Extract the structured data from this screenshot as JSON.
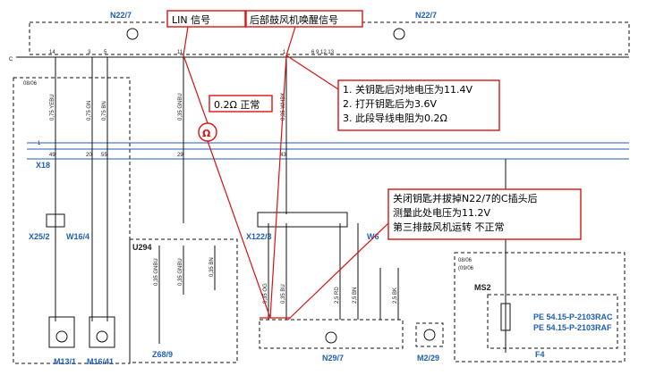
{
  "components": {
    "n22_left": "N22/7",
    "n22_right": "N22/7",
    "n29": "N29/7",
    "x18": "X18",
    "x25": "X25/2",
    "w16": "W16/4",
    "m13": "M13/1",
    "m16": "M16/41",
    "u294": "U294",
    "z68": "Z68/9",
    "x122": "X122/3",
    "w6": "W6",
    "m2": "M2/29",
    "f4": "F4",
    "ms2": "MS2",
    "pe1": "PE 54.15-P-2103RAC",
    "pe2": "PE 54.15-P-2103RAF"
  },
  "markers": {
    "c_row": "C",
    "date_left": "08/06",
    "date_right": "08/06",
    "date_right2": "(09/06",
    "row1": "1"
  },
  "wires": {
    "w_yebu": "0,75 YEBU",
    "w_gn": "0,75 GN",
    "w_bn": "0,75 BN",
    "w_gnbu": "0,35 GNBU",
    "w_whbk": "0,35 WHBK",
    "w_og": "0,35 OG",
    "w_bu": "0,35 BU",
    "w_rd": "2,5 RD",
    "w_bn25": "2,5 BN",
    "w_bk": "2,5 BK"
  },
  "annotations": {
    "lin_signal": "LIN 信号",
    "wake_signal": "后部鼓风机唤醒信号",
    "resistance_ok": "0.2Ω 正常",
    "ohm_symbol": "Ω",
    "note1_line1": "1. 关钥匙后对地电压为11.4V",
    "note1_line2": "2. 打开钥匙后为3.6V",
    "note1_line3": "3. 此段导线电阻为0.2Ω",
    "note2_line1": "关闭钥匙并拔掉N22/7的C插头后",
    "note2_line2": "测量此处电压为11.2V",
    "note2_line3": "第三排鼓风机运转    不正常"
  },
  "colors": {
    "accent_red": "#d11111",
    "label_blue": "#1f5fb4"
  }
}
